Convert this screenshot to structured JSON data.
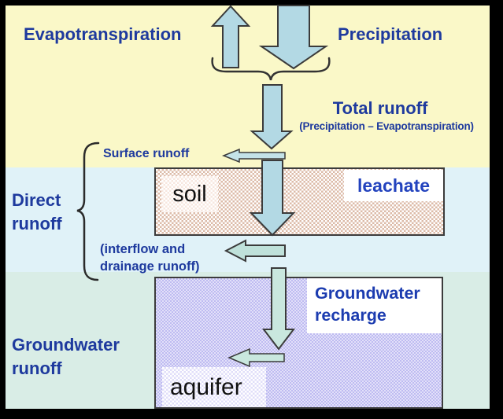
{
  "diagram": {
    "labels": {
      "evapotranspiration": "Evapotranspiration",
      "precipitation": "Precipitation",
      "total_runoff": "Total runoff",
      "total_runoff_formula": "(Precipitation – Evapotranspiration)",
      "surface_runoff": "Surface runoff",
      "direct_runoff": "Direct\nrunoff",
      "soil": "soil",
      "leachate": "leachate",
      "interflow": "(interflow and\ndrainage runoff)",
      "groundwater_recharge": "Groundwater\nrecharge",
      "aquifer": "aquifer",
      "groundwater_runoff": "Groundwater\nrunoff"
    },
    "arrows": [
      {
        "name": "evapotranspiration-up-arrow",
        "direction": "up"
      },
      {
        "name": "precipitation-down-arrow",
        "direction": "down"
      },
      {
        "name": "total-runoff-down-arrow",
        "direction": "down"
      },
      {
        "name": "surface-runoff-left-arrow",
        "direction": "left"
      },
      {
        "name": "infiltration-down-arrow",
        "direction": "down"
      },
      {
        "name": "interflow-left-arrow",
        "direction": "left"
      },
      {
        "name": "groundwater-recharge-down-arrow",
        "direction": "down"
      },
      {
        "name": "groundwater-runoff-left-arrow",
        "direction": "left"
      }
    ],
    "colors": {
      "frame": "#000000",
      "band_atmosphere": "#faf8c8",
      "band_surface": "#e0f2f8",
      "band_ground": "#d9ede6",
      "arrow_blue": "#b3d9e4",
      "arrow_green": "#c9e7de",
      "soil_hatch": "#dcbba8",
      "aquifer_dots": "#bebbf1",
      "text_dark_blue": "#1e3a9e",
      "text_bright_blue": "#2343be"
    }
  }
}
